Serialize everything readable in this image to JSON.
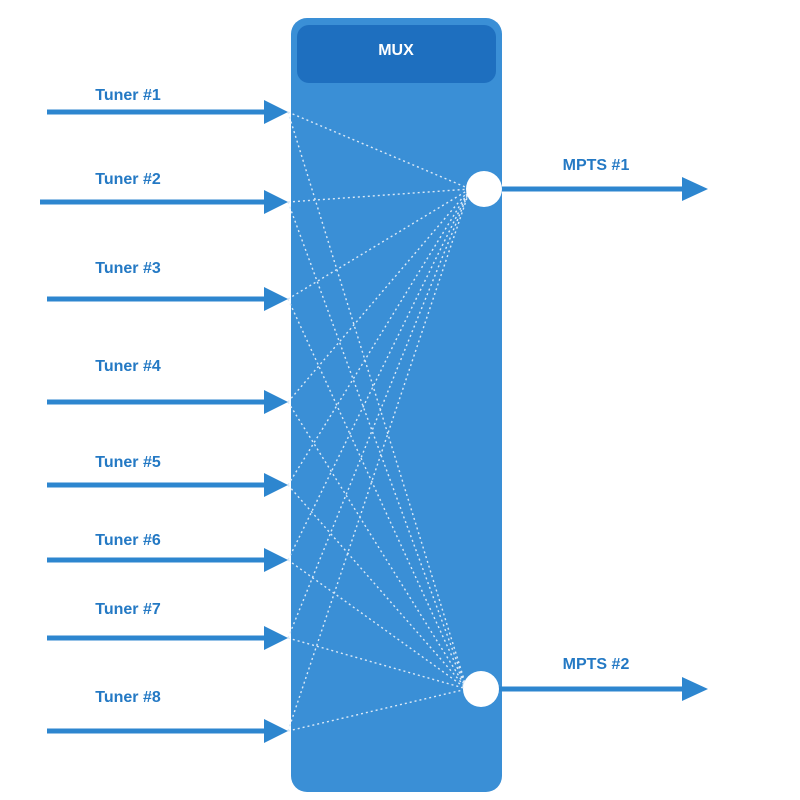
{
  "mux": {
    "label": "MUX"
  },
  "inputs": [
    {
      "label": "Tuner #1"
    },
    {
      "label": "Tuner #2"
    },
    {
      "label": "Tuner #3"
    },
    {
      "label": "Tuner #4"
    },
    {
      "label": "Tuner #5"
    },
    {
      "label": "Tuner #6"
    },
    {
      "label": "Tuner #7"
    },
    {
      "label": "Tuner #8"
    }
  ],
  "outputs": [
    {
      "label": "MPTS #1"
    },
    {
      "label": "MPTS #2"
    }
  ],
  "colors": {
    "arrow": "#2d86cf",
    "label": "#2479c4",
    "mux_body": "#3a8fd6",
    "mux_header": "#1e6fbf",
    "node": "#ffffff",
    "connection": "#dbe9f7"
  }
}
